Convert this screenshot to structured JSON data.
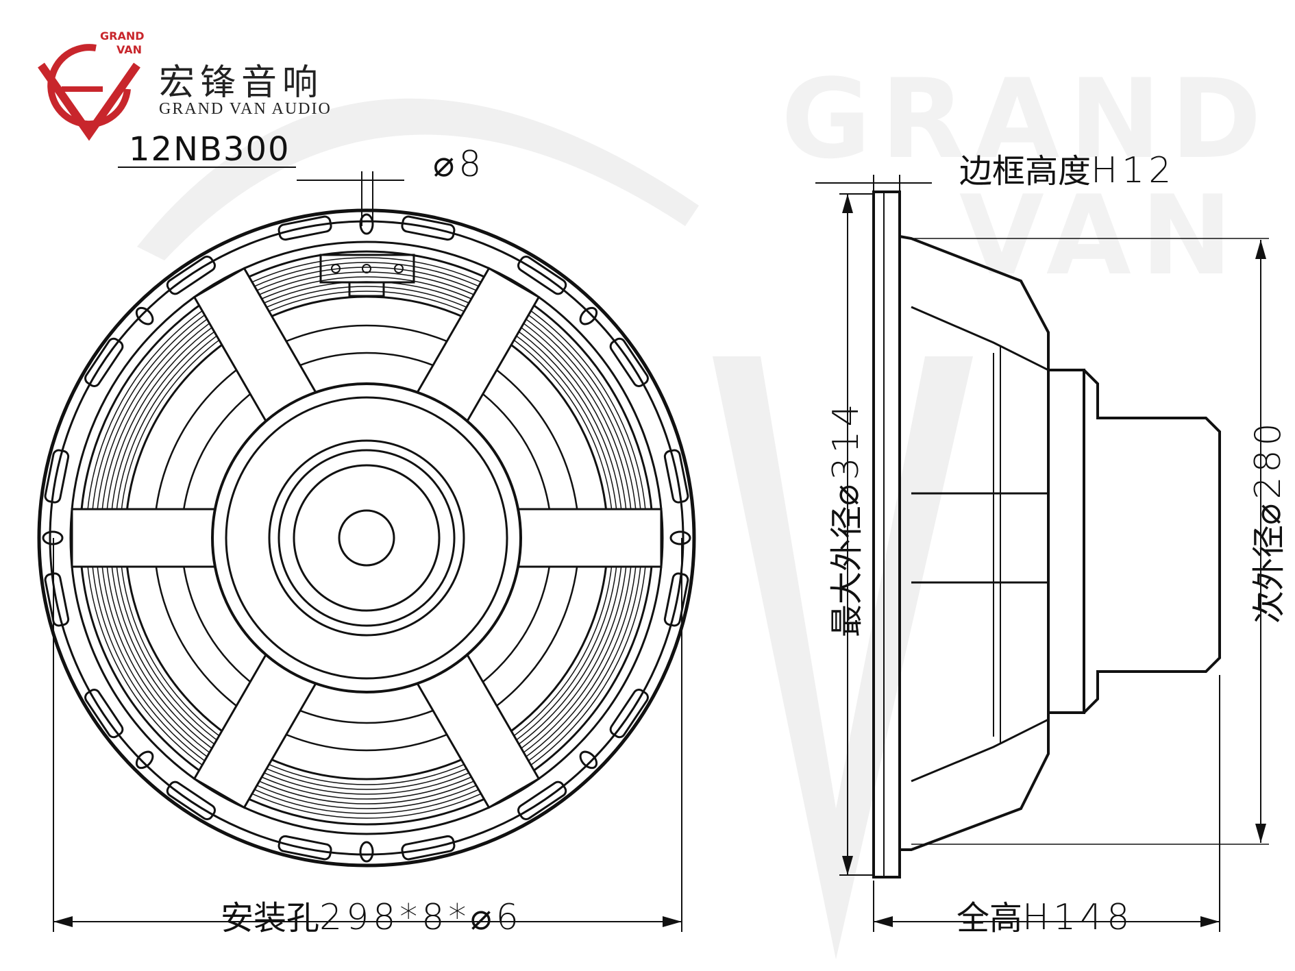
{
  "brand": {
    "logo_initials": "GV",
    "tag_line1": "GRAND",
    "tag_line2": "VAN",
    "name_zh": "宏锋音响",
    "name_en": "GRAND VAN AUDIO",
    "color": "#c8262c"
  },
  "model": "12NB300",
  "watermark": {
    "line1": "GRAND",
    "line2": "VAN"
  },
  "dimensions": {
    "hole_label": "⌀8",
    "frame_height_zh": "边框高度",
    "frame_height_val": "H12",
    "max_outer_zh": "最大外径",
    "max_outer_val": "⌀314",
    "secondary_outer_zh": "次外径",
    "secondary_outer_val": "⌀280",
    "mount_zh": "安装孔",
    "mount_val": "298*8*⌀6",
    "total_height_zh": "全高",
    "total_height_val": "H148"
  },
  "colors": {
    "line": "#111111",
    "brand": "#c8262c",
    "watermark": "#f0f0f0"
  }
}
